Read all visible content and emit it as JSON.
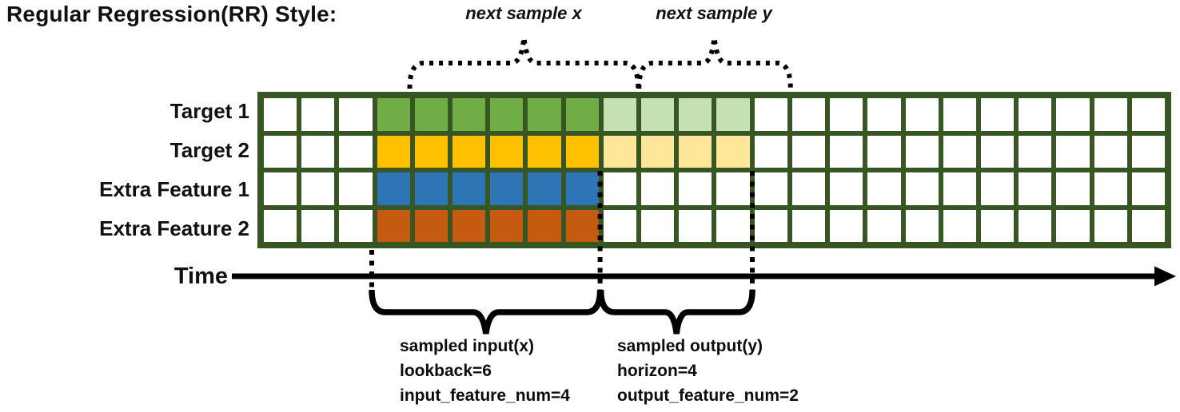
{
  "title": "Regular Regression(RR) Style:",
  "annotations": {
    "next_sample_x": "next sample x",
    "next_sample_y": "next sample y",
    "time_label": "Time",
    "input_block": {
      "line1": "sampled input(x)",
      "line2": "lookback=6",
      "line3": "input_feature_num=4"
    },
    "output_block": {
      "line1": "sampled output(y)",
      "line2": "horizon=4",
      "line3": "output_feature_num=2"
    }
  },
  "grid": {
    "layout": {
      "total_cols": 24,
      "pre_cols": 3,
      "lookback": 6,
      "horizon": 4
    },
    "gridline_color": "#375623",
    "empty_cell_color": "#ffffff",
    "rows": [
      {
        "label": "Target 1",
        "input_color": "#70AD47",
        "output_color": "#C5E0B4"
      },
      {
        "label": "Target 2",
        "input_color": "#FFC000",
        "output_color": "#FFE699"
      },
      {
        "label": "Extra Feature 1",
        "input_color": "#2E75B6",
        "output_color": null
      },
      {
        "label": "Extra Feature 2",
        "input_color": "#C55A11",
        "output_color": null
      }
    ]
  }
}
